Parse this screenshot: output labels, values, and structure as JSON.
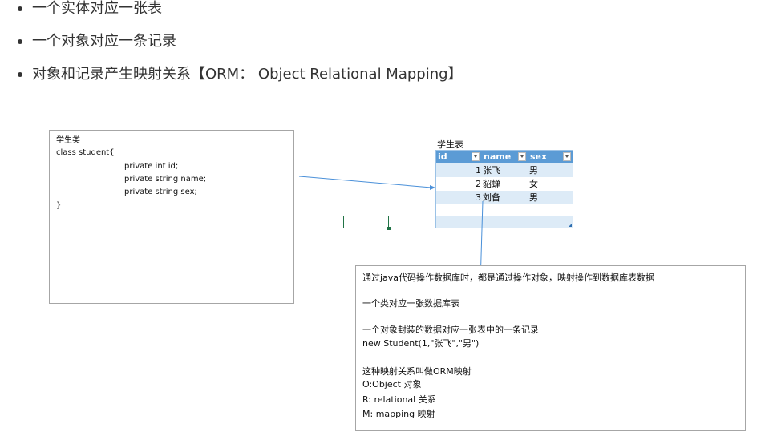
{
  "bullets": [
    "一个实体对应一张表",
    "一个对象对应一条记录",
    "对象和记录产生映射关系【ORM： Object Relational Mapping】"
  ],
  "class_box": {
    "lines": [
      "学生类",
      "class student{",
      "private int id;",
      "private string name;",
      "private string sex;",
      "}"
    ]
  },
  "table": {
    "title": "学生表",
    "headers": [
      "id",
      "name",
      "sex"
    ],
    "rows": [
      [
        "1",
        "张飞",
        "男"
      ],
      [
        "2",
        "貂蝉",
        "女"
      ],
      [
        "3",
        "刘备",
        "男"
      ]
    ],
    "header_color": "#5b9bd5",
    "band_color": "#ddebf7"
  },
  "note_box": {
    "lines": [
      "通过java代码操作数据库时，都是通过操作对象，映射操作到数据库表数据",
      "一个类对应一张数据库表",
      "一个对象封装的数据对应一张表中的一条记录",
      "new Student(1,\"张飞\",\"男\")",
      "这种映射关系叫做ORM映射",
      "O:Object  对象",
      "R:  relational  关系",
      "M: mapping 映射"
    ]
  },
  "colors": {
    "connector": "#4a90d9",
    "excel_green": "#217346"
  }
}
